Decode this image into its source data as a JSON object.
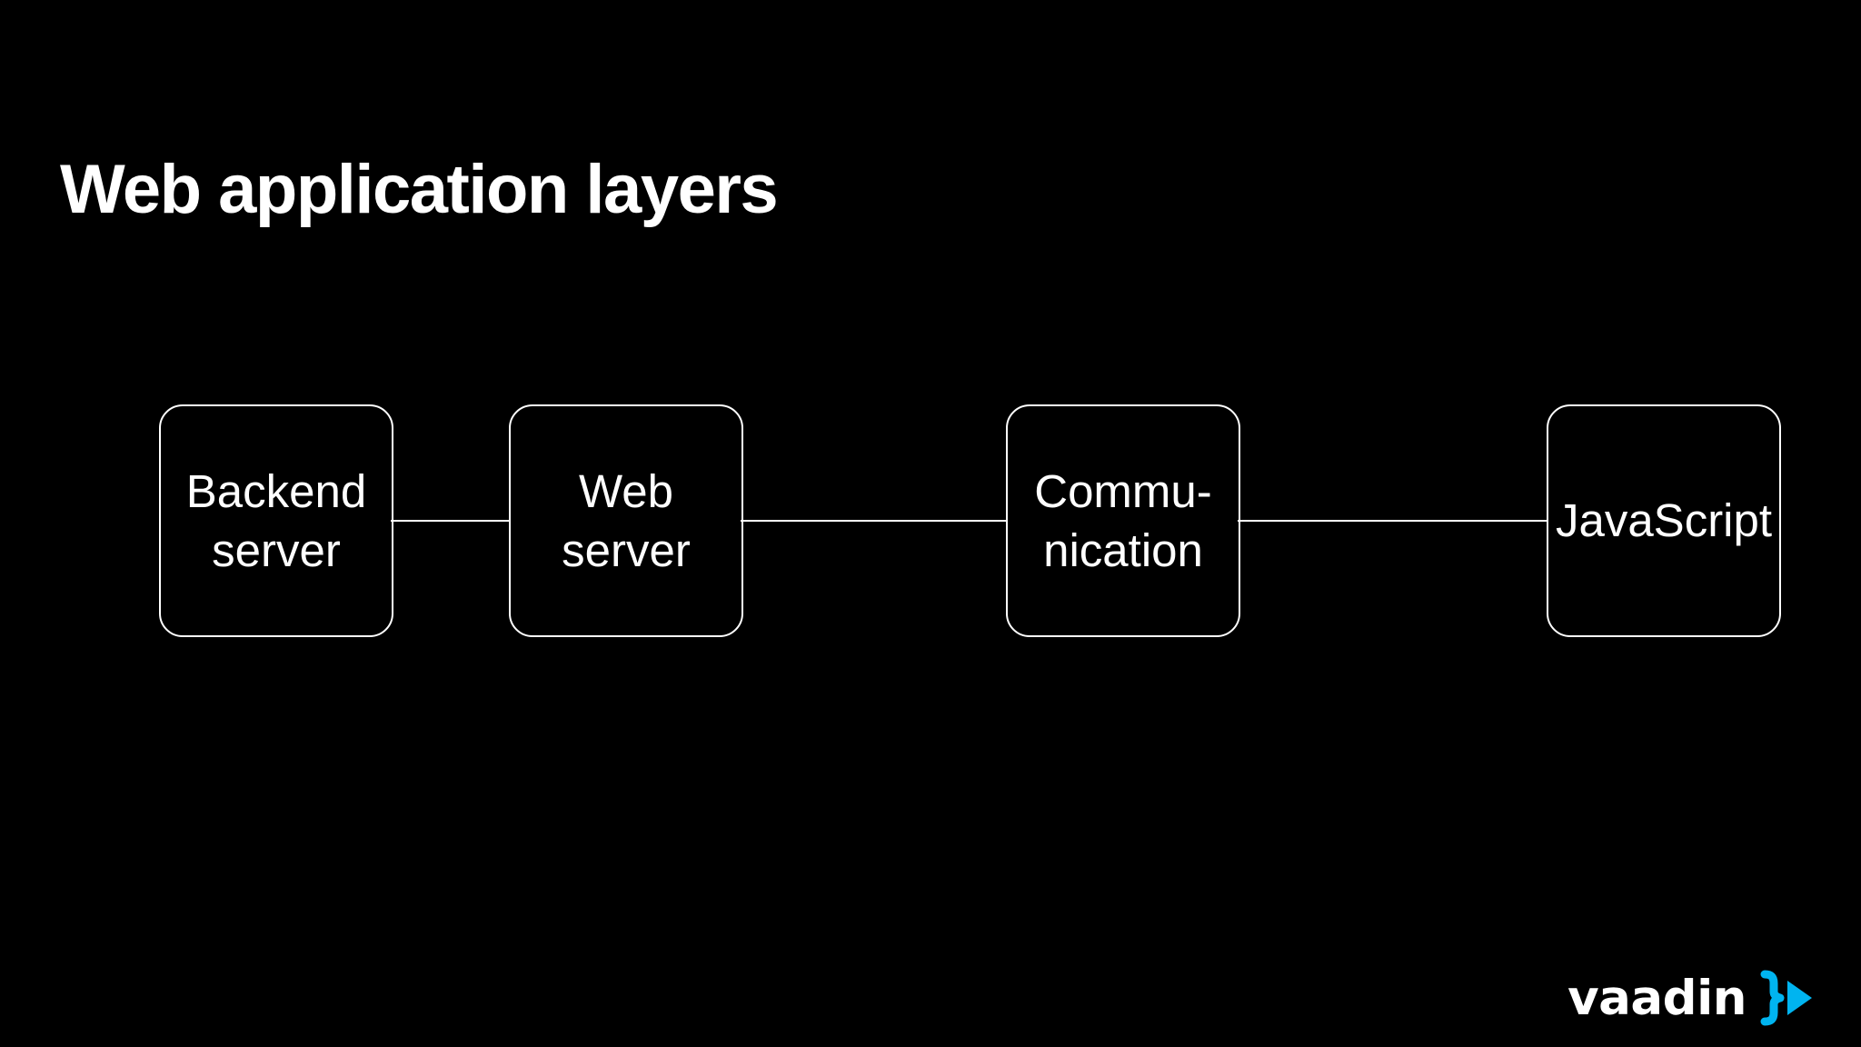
{
  "slide": {
    "background_color": "#000000",
    "title": "Web application layers"
  },
  "diagram": {
    "type": "flow",
    "orientation": "horizontal",
    "node_border_color": "#ffffff",
    "connector_color": "#ffffff",
    "nodes": [
      {
        "id": "backend-server",
        "label": "Backend\nserver"
      },
      {
        "id": "web-server",
        "label": "Web\nserver"
      },
      {
        "id": "communication",
        "label": "Commu-\nnication"
      },
      {
        "id": "javascript",
        "label": "JavaScript"
      }
    ],
    "connectors": [
      {
        "from": "backend-server",
        "to": "web-server"
      },
      {
        "from": "web-server",
        "to": "communication"
      },
      {
        "from": "communication",
        "to": "javascript"
      }
    ]
  },
  "logo": {
    "wordmark": "vaadin",
    "mark_glyph": "}>",
    "wordmark_color": "#ffffff",
    "mark_color": "#00b4f0"
  }
}
